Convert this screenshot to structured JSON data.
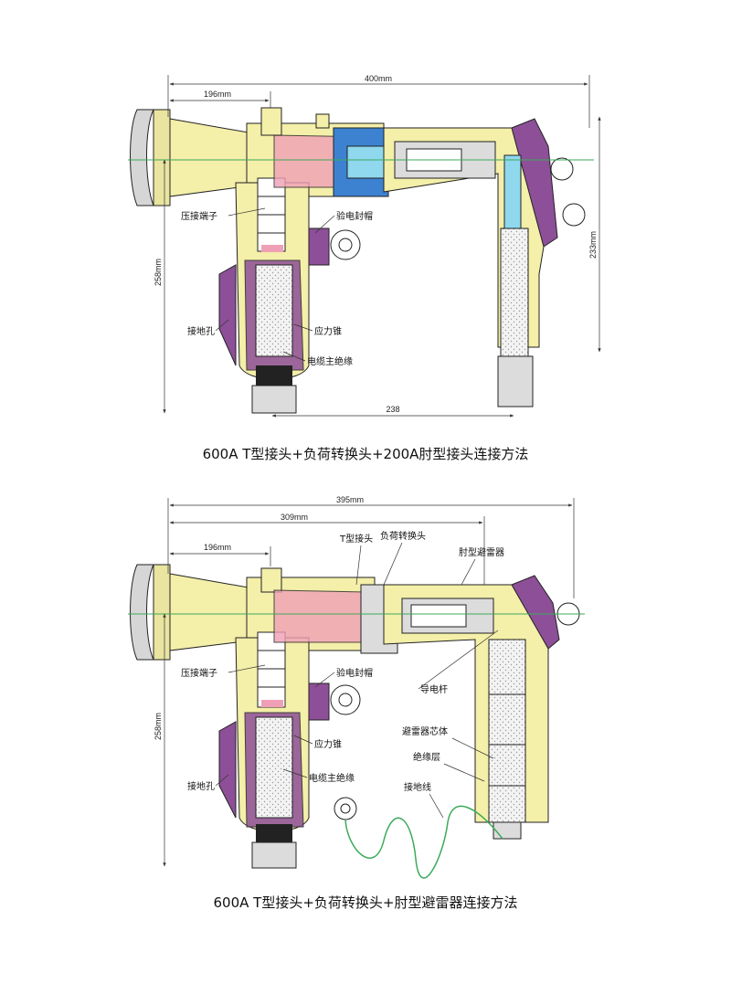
{
  "colors": {
    "body": "#f4efa9",
    "bodyDark": "#e6d98a",
    "rubber": "#8d4f98",
    "pink": "#f0a0b6",
    "blue": "#3c82d0",
    "cyan": "#8fd8ee",
    "dark": "#222222",
    "grey": "#dcdcdc",
    "green": "#3caa5a",
    "red": "#d83a3a"
  },
  "top": {
    "dims": {
      "d400": "400mm",
      "d196": "196mm",
      "d258": "258mm",
      "d233": "233mm",
      "d238": "238"
    },
    "labels": {
      "crimp": "压接端子",
      "test_cap": "验电封帽",
      "ground_hole": "接地孔",
      "stress_cone": "应力锥",
      "cable_insul": "电缆主绝缘"
    },
    "caption": "600A   T型接头+负荷转换头+200A肘型接头连接方法"
  },
  "bottom": {
    "dims": {
      "d395": "395mm",
      "d309": "309mm",
      "d196": "196mm",
      "d258": "258mm"
    },
    "labels": {
      "t_joint": "T型接头",
      "load_adapter": "负荷转换头",
      "elbow_arrester": "肘型避雷器",
      "crimp": "压接端子",
      "test_cap": "验电封帽",
      "conductor_rod": "导电杆",
      "arrester_core": "避雷器芯体",
      "stress_cone": "应力锥",
      "insul_layer": "绝缘层",
      "cable_insul": "电缆主绝缘",
      "ground_wire": "接地线",
      "ground_hole": "接地孔"
    },
    "caption": "600A   T型接头+负荷转换头+肘型避雷器连接方法"
  }
}
